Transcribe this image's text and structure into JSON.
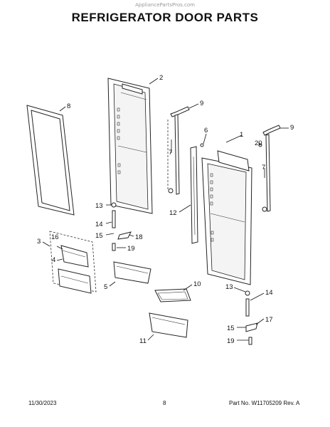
{
  "header": {
    "watermark": "AppliancePartsPros.com",
    "title": "REFRIGERATOR DOOR PARTS"
  },
  "footer": {
    "date": "11/30/2023",
    "page": "8",
    "part_number": "Part No.  W11705209  Rev.  A"
  },
  "callouts": {
    "c1": "1",
    "c2": "2",
    "c3": "3",
    "c4": "4",
    "c5": "5",
    "c6": "6",
    "c7a": "7",
    "c7b": "7",
    "c8": "8",
    "c9a": "9",
    "c9b": "9",
    "c10": "10",
    "c11": "11",
    "c12": "12",
    "c13a": "13",
    "c13b": "13",
    "c14a": "14",
    "c14b": "14",
    "c15a": "15",
    "c15b": "15",
    "c16": "16",
    "c17": "17",
    "c18": "18",
    "c19a": "19",
    "c19b": "19",
    "c20": "20"
  }
}
